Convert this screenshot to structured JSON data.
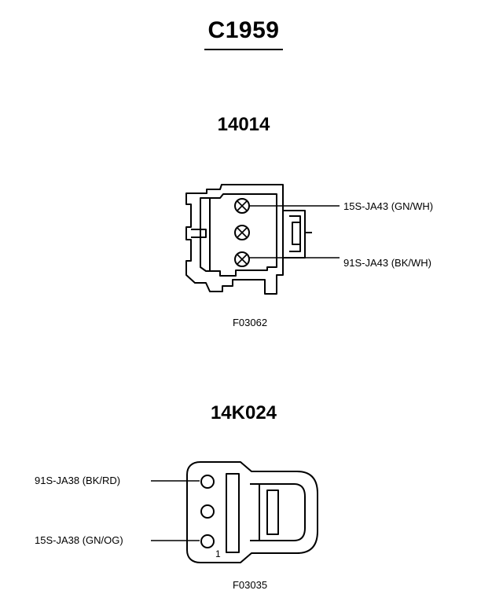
{
  "title": "C1959",
  "connectors": [
    {
      "part_number": "14014",
      "figure_id": "F03062",
      "wires": [
        "15S-JA43 (GN/WH)",
        "91S-JA43 (BK/WH)"
      ]
    },
    {
      "part_number": "14K024",
      "figure_id": "F03035",
      "wires": [
        "91S-JA38 (BK/RD)",
        "15S-JA38 (GN/OG)"
      ],
      "pin_label": "1"
    }
  ],
  "colors": {
    "line": "#000000",
    "background": "#ffffff"
  }
}
